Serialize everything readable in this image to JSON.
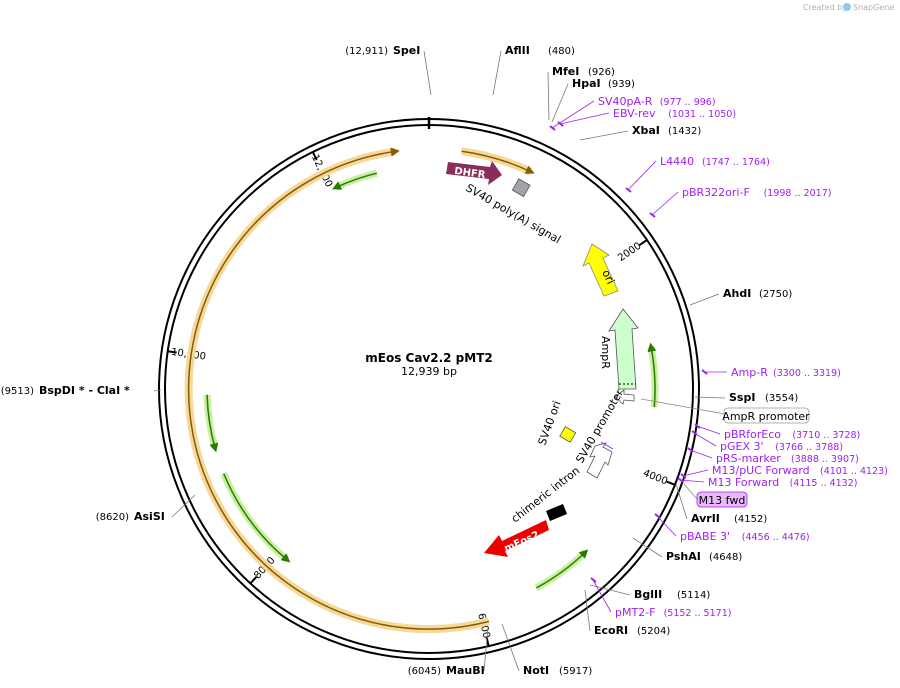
{
  "watermark": {
    "prefix": "Created by",
    "brand": "SnapGene"
  },
  "plasmid": {
    "name": "mEos Cav2.2 pMT2",
    "size_text": "12,939 bp",
    "length_bp": 12939
  },
  "ticks": [
    {
      "label": "2000",
      "bp": 2000
    },
    {
      "label": "4000",
      "bp": 4000
    },
    {
      "label": "6000",
      "bp": 6000
    },
    {
      "label": "8000",
      "bp": 8000
    },
    {
      "label": "10,000",
      "bp": 10000
    },
    {
      "label": "12,000",
      "bp": 12000
    }
  ],
  "sites": [
    {
      "name": "SpeI",
      "pos": "(12,911)",
      "bp": 12911
    },
    {
      "name": "AflII",
      "pos": "(480)",
      "bp": 480
    },
    {
      "name": "MfeI",
      "pos": "(926)",
      "bp": 926
    },
    {
      "name": "HpaI",
      "pos": "(939)",
      "bp": 939
    },
    {
      "name": "XbaI",
      "pos": "(1432)",
      "bp": 1432
    },
    {
      "name": "AhdI",
      "pos": "(2750)",
      "bp": 2750
    },
    {
      "name": "SspI",
      "pos": "(3554)",
      "bp": 3554
    },
    {
      "name": "AvrII",
      "pos": "(4152)",
      "bp": 4152
    },
    {
      "name": "PshAI",
      "pos": "(4648)",
      "bp": 4648
    },
    {
      "name": "BglII",
      "pos": "(5114)",
      "bp": 5114
    },
    {
      "name": "EcoRI",
      "pos": "(5204)",
      "bp": 5204
    },
    {
      "name": "NotI",
      "pos": "(5917)",
      "bp": 5917
    },
    {
      "name": "MauBI",
      "pos": "(6045)",
      "bp": 6045
    },
    {
      "name": "AsiSI",
      "pos": "(8620)",
      "bp": 8620
    },
    {
      "name": "BspDI * - ClaI *",
      "pos": "(9513)",
      "bp": 9513
    }
  ],
  "primers": [
    {
      "name": "SV40pA-R",
      "range": "(977 .. 996)",
      "bp": 986
    },
    {
      "name": "EBV-rev",
      "range": "(1031 .. 1050)",
      "bp": 1040
    },
    {
      "name": "L4440",
      "range": "(1747 .. 1764)",
      "bp": 1755
    },
    {
      "name": "pBR322ori-F",
      "range": "(1998 .. 2017)",
      "bp": 2007
    },
    {
      "name": "Amp-R",
      "range": "(3300 .. 3319)",
      "bp": 3310
    },
    {
      "name": "pBRforEco",
      "range": "(3710 .. 3728)",
      "bp": 3719
    },
    {
      "name": "pGEX 3'",
      "range": "(3766 .. 3788)",
      "bp": 3777
    },
    {
      "name": "pRS-marker",
      "range": "(3888 .. 3907)",
      "bp": 3897
    },
    {
      "name": "M13/pUC Forward",
      "range": "(4101 .. 4123)",
      "bp": 4112
    },
    {
      "name": "M13 Forward",
      "range": "(4115 .. 4132)",
      "bp": 4123
    },
    {
      "name": "pBABE 3'",
      "range": "(4456 .. 4476)",
      "bp": 4466
    },
    {
      "name": "pMT2-F",
      "range": "(5152 .. 5171)",
      "bp": 5161
    }
  ],
  "boxed_labels": {
    "ampr_promoter": "AmpR promoter",
    "m13_fwd": "M13 fwd"
  },
  "features": {
    "dhfr": "DHFR",
    "sv40_polya": "SV40 poly(A) signal",
    "ori": "ori",
    "ampr": "AmpR",
    "sv40_ori": "SV40 ori",
    "sv40_promoter": "SV40 promoter",
    "chimeric_intron": "chimeric intron",
    "meos2": "mEos2"
  },
  "colors": {
    "dhfr": "#8b2d5a",
    "ori": "#ffff00",
    "ampr": "#ccffcc",
    "sv40_ori": "#ffff00",
    "meos2": "#ee0000",
    "orf_highlight": "#f5d99a",
    "orf_line": "#8b5a00",
    "orf_green_highlight": "#c8f0a0",
    "orf_green_line": "#2a7a00",
    "primer": "#a020f0",
    "m13_box": "#e8b8f8",
    "polya": "#a0a4a8"
  }
}
